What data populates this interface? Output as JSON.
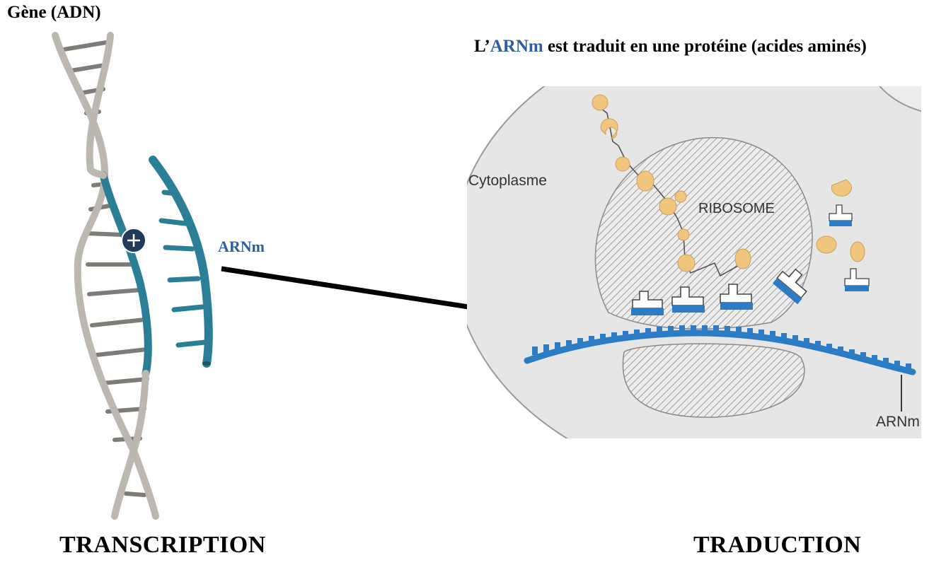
{
  "titles": {
    "gene": "Gène (ADN)",
    "translation_prefix": "L’",
    "translation_highlight": "ARNm",
    "translation_suffix": " est traduit en une protéine (acides aminés)"
  },
  "labels": {
    "arnm_left": "ARNm",
    "cytoplasm": "Cytoplasme",
    "ribosome": "RIBOSOME",
    "arnm_right": "ARNm"
  },
  "headings": {
    "transcription": "TRANSCRIPTION",
    "translation": "TRADUCTION"
  },
  "colors": {
    "dna_strand": "#bcb8b1",
    "mrna": "#2a7f96",
    "translation_mrna": "#2b7cc4",
    "amino_acid": "#f2c57e",
    "cytoplasm": "#e6e6e6",
    "highlight_text": "#2f5f9b"
  },
  "icons": {
    "polymerase": "plus-circle-icon",
    "arrow": "arrow-right-icon"
  }
}
